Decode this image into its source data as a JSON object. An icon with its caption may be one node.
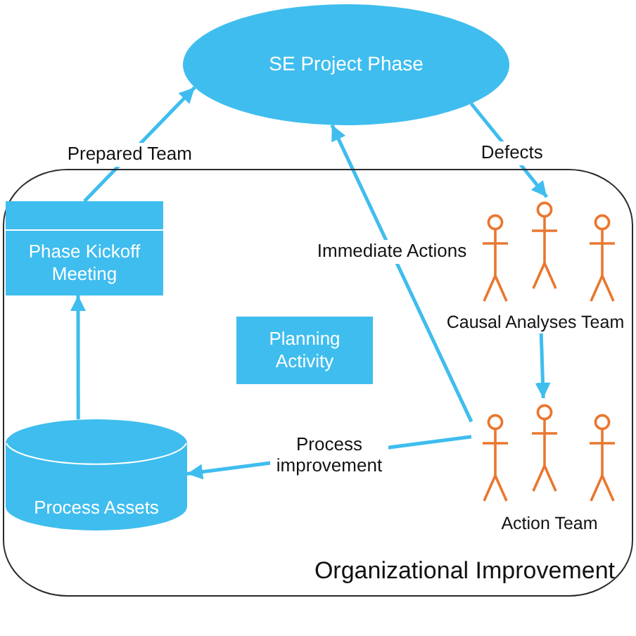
{
  "diagram": {
    "nodes": [
      {
        "text": [
          "SE Project Phase"
        ]
      },
      {
        "text": [
          "Organizational Improvement"
        ]
      },
      {
        "text": [
          "Phase Kickoff Meeting"
        ],
        "in": 1
      },
      {
        "text": [
          "Planning Activity"
        ],
        "in": 1
      },
      {
        "text": [
          "Causal Analyses Team"
        ],
        "in": 1
      },
      {
        "text": [
          "Process Assets"
        ],
        "in": 1
      },
      {
        "text": [
          "Action Team"
        ],
        "in": 1
      }
    ],
    "edges": [
      {
        "from": 2,
        "to": 0,
        "arrow": "to",
        "label": "Prepared Team"
      },
      {
        "from": 0,
        "to": 4,
        "arrow": "to",
        "label": "Defects"
      },
      {
        "from": 6,
        "to": 0,
        "arrow": "to",
        "label": "Immediate Actions"
      },
      {
        "from": 4,
        "to": 6,
        "arrow": "to"
      },
      {
        "from": 6,
        "to": 5,
        "arrow": "to",
        "label": "Process improvement"
      },
      {
        "from": 5,
        "to": 2,
        "arrow": "to"
      }
    ]
  }
}
